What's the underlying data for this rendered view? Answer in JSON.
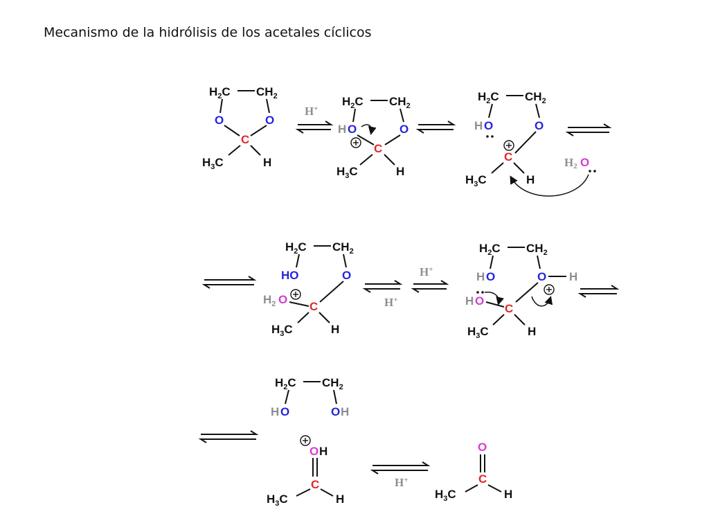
{
  "title": "Mecanismo de la hidrólisis de los acetales cíclicos",
  "colors": {
    "oxygen_ring": "#2323e0",
    "carbon_center": "#e02828",
    "oxygen_water": "#d43cd4",
    "catalyst": "#8e8e8e",
    "text": "#111111"
  },
  "labels": {
    "ch2_left": "H",
    "ch2_right": "CH",
    "c": "C",
    "h": "H",
    "h3c": "H",
    "o": "O",
    "ho": "H",
    "oh": "H",
    "h2o_h": "H",
    "catalyst_h": "H",
    "sub2": "2",
    "sub3": "3",
    "plus": "+",
    "c_suffix": "C"
  }
}
